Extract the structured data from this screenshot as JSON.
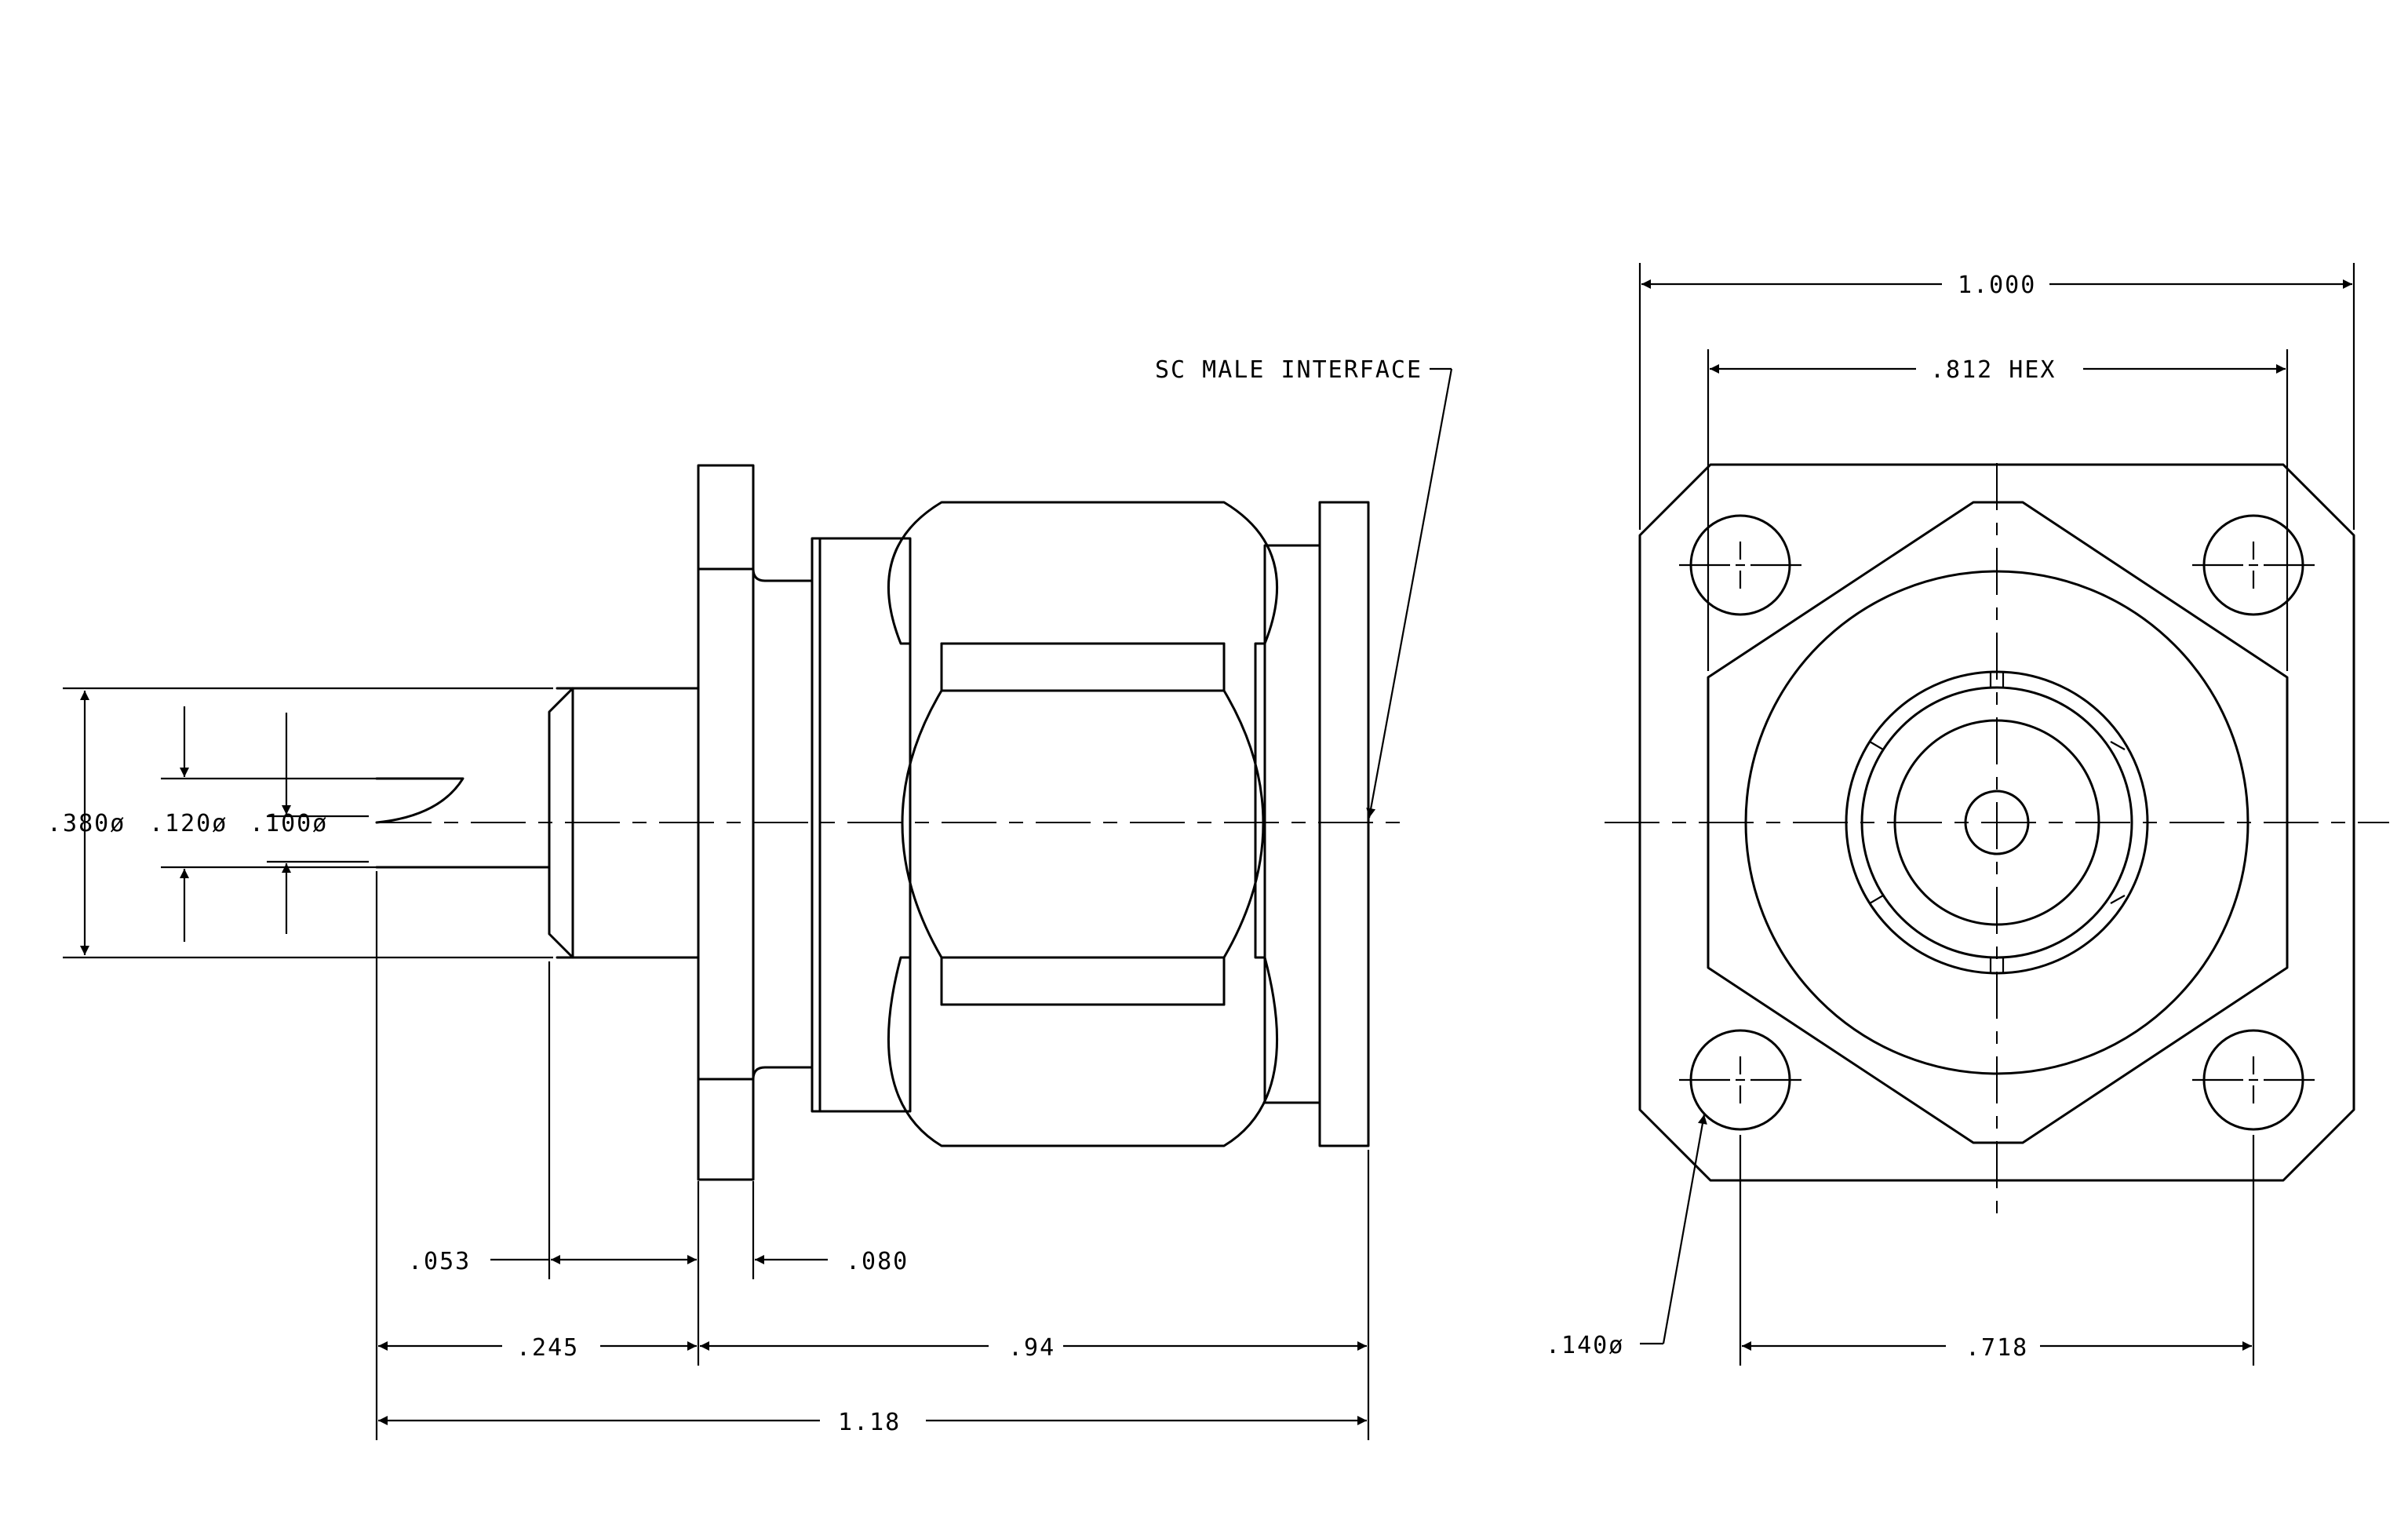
{
  "callouts": {
    "interface": "SC MALE INTERFACE",
    "hole_dia": ".140ø"
  },
  "side_view": {
    "dia_380": ".380ø",
    "dia_120": ".120ø",
    "dia_100": ".100ø",
    "len_053": ".053",
    "len_080": ".080",
    "len_245": ".245",
    "len_94": ".94",
    "len_118": "1.18"
  },
  "end_view": {
    "width_1000": "1.000",
    "hex_812": ".812 HEX",
    "spacing_718": ".718"
  }
}
